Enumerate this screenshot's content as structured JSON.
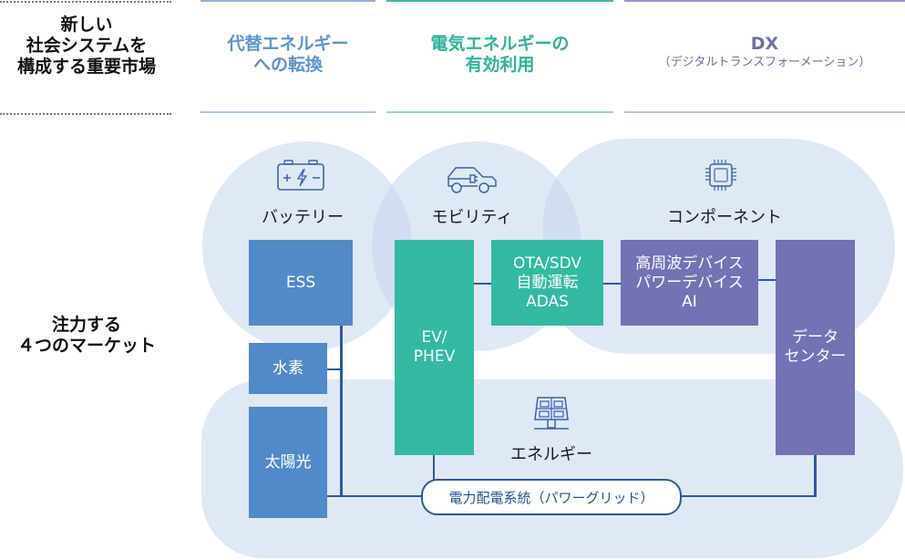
{
  "row_labels": {
    "top": [
      "新しい",
      "社会システムを",
      "構成する重要市場"
    ],
    "bottom": [
      "注力する",
      "４つのマーケット"
    ]
  },
  "themes": [
    {
      "lines": [
        "代替エネルギー",
        "への転換"
      ],
      "color": "#5b94d0"
    },
    {
      "lines": [
        "電気エネルギーの",
        "有効利用"
      ],
      "color": "#2fb29b"
    },
    {
      "title": "DX",
      "subtitle": "（デジタルトランスフォーメーション）",
      "color": "#6e6eae"
    }
  ],
  "markets": [
    {
      "label": "バッテリー",
      "icon": "battery-icon"
    },
    {
      "label": "モビリティ",
      "icon": "electric-car-icon"
    },
    {
      "label": "コンポーネント",
      "icon": "chip-icon"
    },
    {
      "label": "エネルギー",
      "icon": "solar-panel-icon"
    }
  ],
  "boxes": {
    "ess": "ESS",
    "hydrogen": "水素",
    "solar": "太陽光",
    "ev": "EV/\nPHEV",
    "ota": "OTA/SDV\n自動運転\nADAS",
    "devices": "高周波デバイス\nパワーデバイス\nAI",
    "datacenter": "データ\nセンター"
  },
  "grid_label": "電力配電系統（パワーグリッド）",
  "colors": {
    "blob": "#dbe6f3",
    "blue_box": "#5289c9",
    "green_box": "#33b9a2",
    "purple_box": "#7272b4",
    "connector": "#2f56a2"
  }
}
